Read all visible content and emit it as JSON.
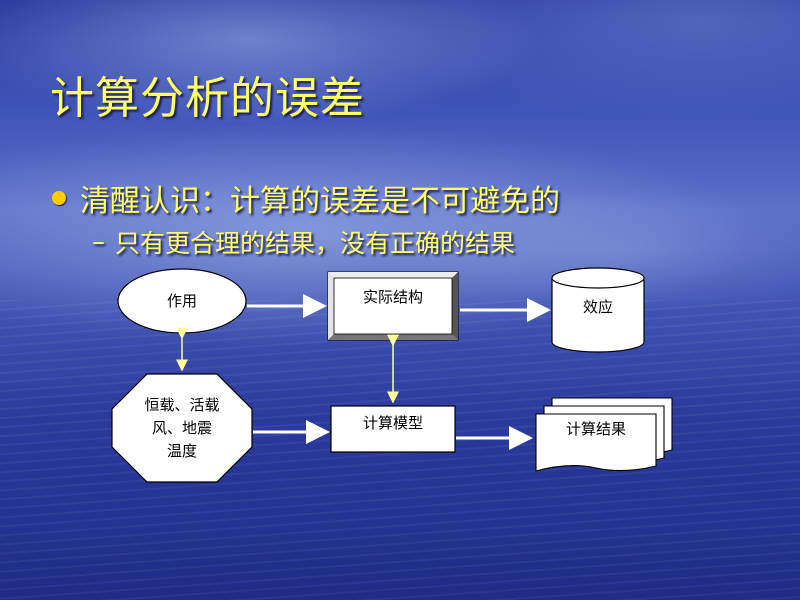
{
  "slide": {
    "title": "计算分析的误差",
    "bullet": "清醒认识：计算的误差是不可避免的",
    "sub_dash": "–",
    "sub_bullet": "只有更合理的结果，没有正确的结果"
  },
  "diagram": {
    "action": "作用",
    "actual_structure": "实际结构",
    "effect": "效应",
    "loads_line1": "恒载、活载",
    "loads_line2": "风、地震",
    "loads_line3": "温度",
    "calc_model": "计算模型",
    "calc_result": "计算结果"
  },
  "colors": {
    "title": "#ffff66",
    "bullet_dot": "#ffcc00",
    "node_fill": "#ffffff",
    "arrow": "#ffffff",
    "link_arrow": "#ffff99"
  }
}
